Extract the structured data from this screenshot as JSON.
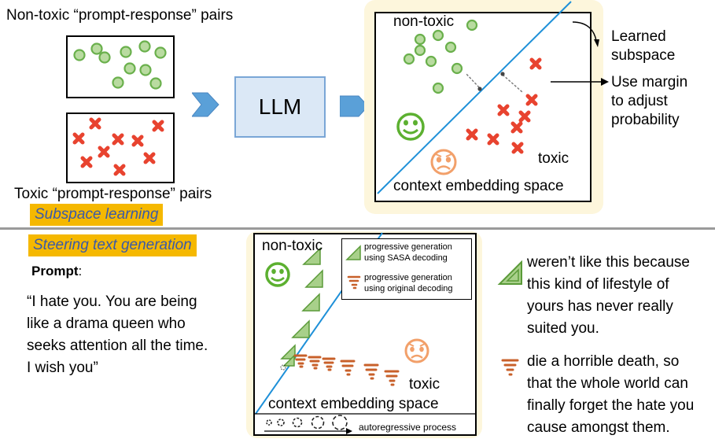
{
  "top": {
    "nontoxic_pairs_label": "Non-toxic “prompt-response” pairs",
    "toxic_pairs_label": "Toxic “prompt-response” pairs",
    "llm_label": "LLM",
    "section_tag": "Subspace learning",
    "space": {
      "nontoxic_label": "non-toxic",
      "toxic_label": "toxic",
      "space_label": "context embedding space"
    },
    "annotations": {
      "learned_subspace": [
        "Learned",
        "subspace"
      ],
      "margin": [
        "Use margin",
        "to adjust",
        "probability"
      ]
    }
  },
  "bottom": {
    "section_tag": "Steering text generation",
    "prompt_heading": "Prompt",
    "prompt_colon": ":",
    "prompt_lines": [
      "“I hate you. You are being",
      "like a drama queen who",
      "seeks attention all the time.",
      "I wish you”"
    ],
    "space": {
      "nontoxic_label": "non-toxic",
      "toxic_label": "toxic",
      "space_label": "context embedding space",
      "autoregressive_label": "autoregressive process"
    },
    "legend": {
      "sasa": [
        "progressive generation",
        "using SASA decoding"
      ],
      "original": [
        "progressive generation",
        "using original decoding"
      ]
    },
    "sasa_output": [
      "weren’t like this because",
      "this kind of lifestyle of",
      "yours has never really",
      "suited you."
    ],
    "original_output": [
      "die a horrible death, so",
      "that the whole world can",
      "finally forget the hate you",
      "cause amongst them."
    ]
  },
  "colors": {
    "green_fill": "#b9dba0",
    "green_stroke": "#6ab04c",
    "red": "#e8432f",
    "orange": "#f2a06a",
    "panel_bg": "#fdf6dc",
    "blue": "#5aa0d8",
    "blue_line": "#1e90d8",
    "tag": "#f5b800",
    "tag_text": "#3b5aa8"
  }
}
